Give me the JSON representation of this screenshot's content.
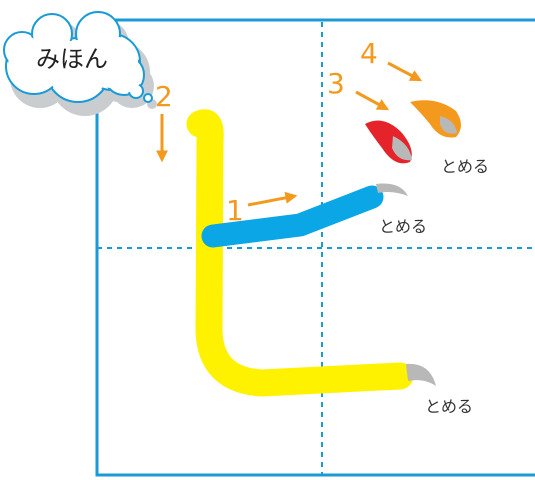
{
  "sample_label": "みほん",
  "strokes": [
    {
      "number": "1",
      "note": "とめる"
    },
    {
      "number": "2",
      "note": "とめる"
    },
    {
      "number": "3",
      "note": ""
    },
    {
      "number": "4",
      "note": "とめる"
    }
  ],
  "colors": {
    "grid": "#1a9ad6",
    "stroke_1": "#0aa6e6",
    "stroke_2": "#fff200",
    "stroke_3": "#e5232a",
    "stroke_4": "#f39a1e",
    "order_arrow": "#f39a1e",
    "stop_mark": "#b8b8b8"
  }
}
